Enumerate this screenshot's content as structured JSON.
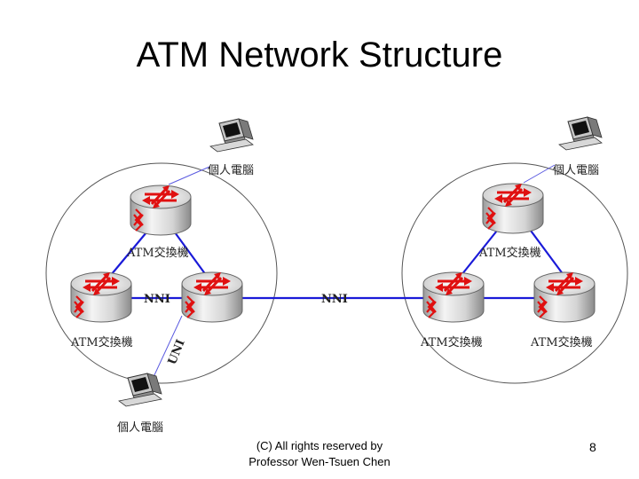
{
  "slide": {
    "title": "ATM Network Structure",
    "footer_line1": "(C) All rights reserved by",
    "footer_line2": "Professor Wen-Tsuen Chen",
    "page_number": "8"
  },
  "diagram": {
    "left_network": {
      "top_switch_label": "ATM交換機",
      "left_switch_label": "ATM交換機",
      "internal_link_label": "NNI",
      "uni_label": "UNI",
      "pc_top_label": "個人電腦",
      "pc_bottom_label": "個人電腦"
    },
    "right_network": {
      "top_switch_label": "ATM交換機",
      "left_switch_label": "ATM交換機",
      "right_switch_label": "ATM交換機",
      "pc_top_label": "個人電腦"
    },
    "inter_network_link_label": "NNI"
  },
  "colors": {
    "link_blue": "#1a1ad8",
    "switch_arrow_red": "#e01010",
    "thin_link": "#5a5ae0",
    "cloud_outline": "#555555"
  }
}
